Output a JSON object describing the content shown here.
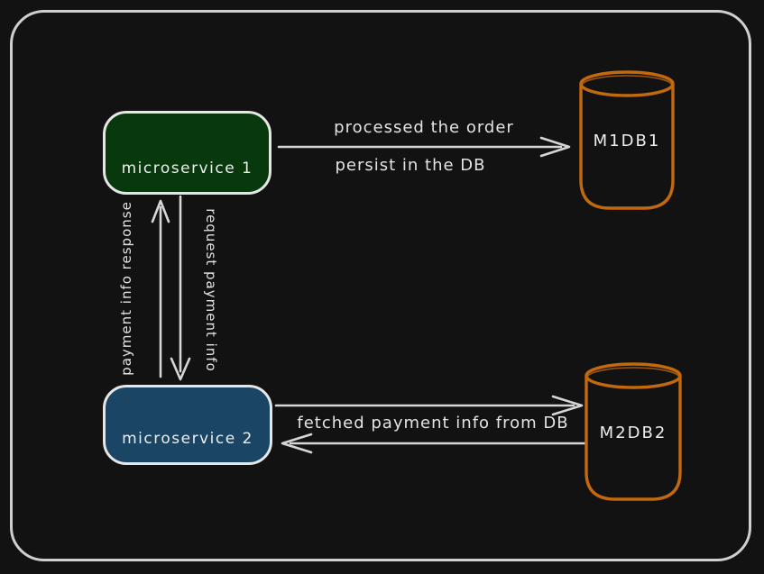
{
  "diagram": {
    "palette": {
      "background": "#121212",
      "frame": "#cfcfcf",
      "stroke": "#d6d6d6",
      "text": "#e3e3e3",
      "green_fill": "#07390d",
      "blue_fill": "#1a4565",
      "orange": "#c2690f"
    },
    "nodes": {
      "microservice1": {
        "label": "microservice 1",
        "shape": "rounded-rectangle",
        "fill": "#07390d"
      },
      "microservice2": {
        "label": "microservice 2",
        "shape": "rounded-rectangle",
        "fill": "#1a4565"
      },
      "m1db1": {
        "label": "M1DB1",
        "shape": "cylinder",
        "stroke": "#c2690f"
      },
      "m2db2": {
        "label": "M2DB2",
        "shape": "cylinder",
        "stroke": "#c2690f"
      }
    },
    "edges": {
      "process_order": {
        "from": "microservice1",
        "to": "m1db1",
        "direction": "right",
        "label_line1": "processed the order",
        "label_line2": "persist in the DB"
      },
      "payment_response": {
        "from": "microservice2",
        "to": "microservice1",
        "direction": "up",
        "label": "payment info response"
      },
      "payment_request": {
        "from": "microservice1",
        "to": "microservice2",
        "direction": "down",
        "label": "request payment info"
      },
      "fetch_payment": {
        "from": "microservice2",
        "to": "m2db2",
        "direction": "both",
        "label": "fetched payment info from DB"
      }
    }
  }
}
